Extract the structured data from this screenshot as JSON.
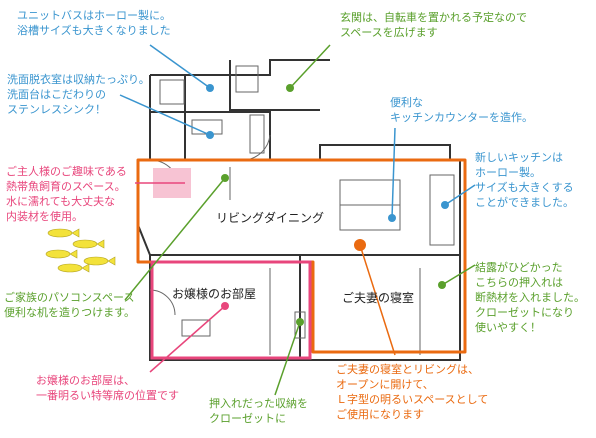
{
  "rooms": {
    "living": "リビングダイニング",
    "daughter": "お嬢様のお部屋",
    "master": "ご夫妻の寝室"
  },
  "notes": {
    "bath": [
      "ユニットバスはホーロー製に。",
      "浴槽サイズも大きくなりました"
    ],
    "entrance": [
      "玄関は、自転車を置かれる予定なので",
      "スペースを広げます"
    ],
    "washroom": [
      "洗面脱衣室は収納たっぷり。",
      "洗面台はこだわりの",
      "ステンレスシンク！"
    ],
    "counter": [
      "便利な",
      "キッチンカウンターを造作。"
    ],
    "aquarium": [
      "ご主人様のご趣味である",
      "熱帯魚飼育のスペース。",
      "水に濡れても大丈夫な",
      "内装材を使用。"
    ],
    "kitchen": [
      "新しいキッチンは",
      "ホーロー製。",
      "サイズも大きくする",
      "ことができました。"
    ],
    "pc": [
      "ご家族のパソコンスペース",
      "便利な机を造りつけます。"
    ],
    "insulation": [
      "結露がひどかった",
      "こちらの押入れは",
      "断熱材を入れました。",
      "クローゼットになり",
      "使いやすく！"
    ],
    "daughter_room": [
      "お嬢様のお部屋は、",
      "一番明るい特等席の位置です"
    ],
    "closet": [
      "押入れだった収納を",
      "クローゼットに"
    ],
    "open": [
      "ご夫妻の寝室とリビングは、",
      "オープンに開けて、",
      "Ｌ字型の明るいスペースとして",
      "ご使用になります"
    ]
  },
  "colors": {
    "blue": "#3a95cf",
    "pink": "#e8467c",
    "green": "#5aa02c",
    "orange": "#ea6a10",
    "wall": "#333333",
    "aquarium_fill": "#f7c3d3",
    "fish": "#f3e23a"
  }
}
